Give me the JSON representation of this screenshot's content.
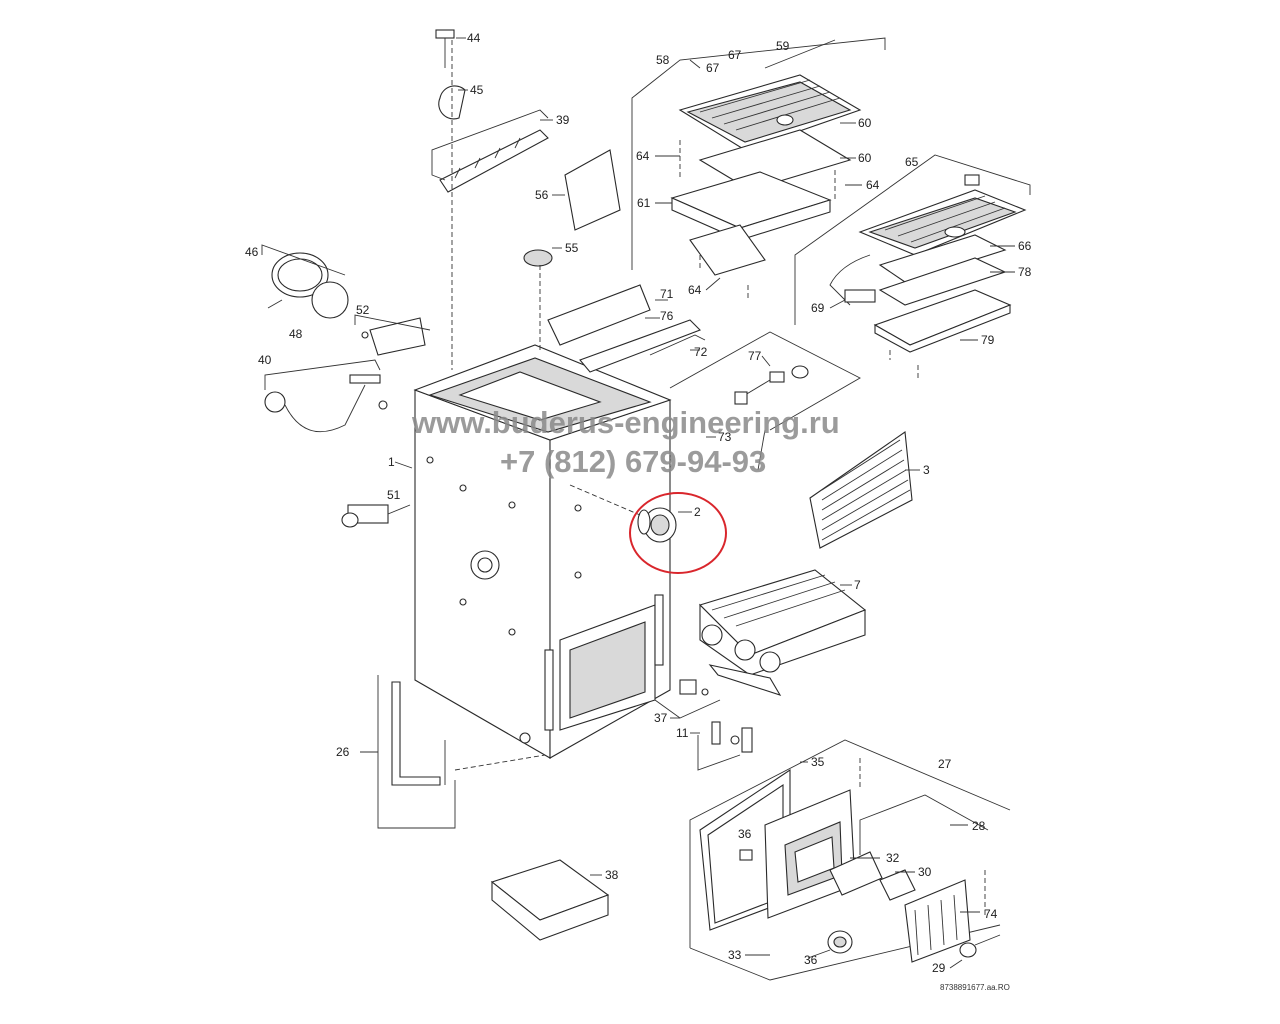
{
  "labels": {
    "l44": "44",
    "l45": "45",
    "l39": "39",
    "l56": "56",
    "l55": "55",
    "l46": "46",
    "l48": "48",
    "l52": "52",
    "l40": "40",
    "l1": "1",
    "l51": "51",
    "l26": "26",
    "l38": "38",
    "l58": "58",
    "l59": "59",
    "l67a": "67",
    "l67b": "67",
    "l60a": "60",
    "l60b": "60",
    "l64a": "64",
    "l64b": "64",
    "l64c": "64",
    "l61": "61",
    "l65": "65",
    "l66": "66",
    "l78": "78",
    "l69": "69",
    "l79": "79",
    "l71": "71",
    "l76": "76",
    "l72": "72",
    "l77": "77",
    "l73": "73",
    "l3": "3",
    "l2": "2",
    "l7": "7",
    "l37": "37",
    "l11": "11",
    "l27": "27",
    "l35": "35",
    "l28": "28",
    "l36a": "36",
    "l32": "32",
    "l30": "30",
    "l74": "74",
    "l33": "33",
    "l36b": "36",
    "l29": "29"
  },
  "watermark": {
    "site": "www.buderus-engineering.ru",
    "phone": "+7 (812) 679-94-93"
  },
  "reference_code": "8738891677.aa.RO",
  "colors": {
    "highlight": "#d9262c",
    "line": "#333333",
    "watermark": "#8a8a8a"
  }
}
